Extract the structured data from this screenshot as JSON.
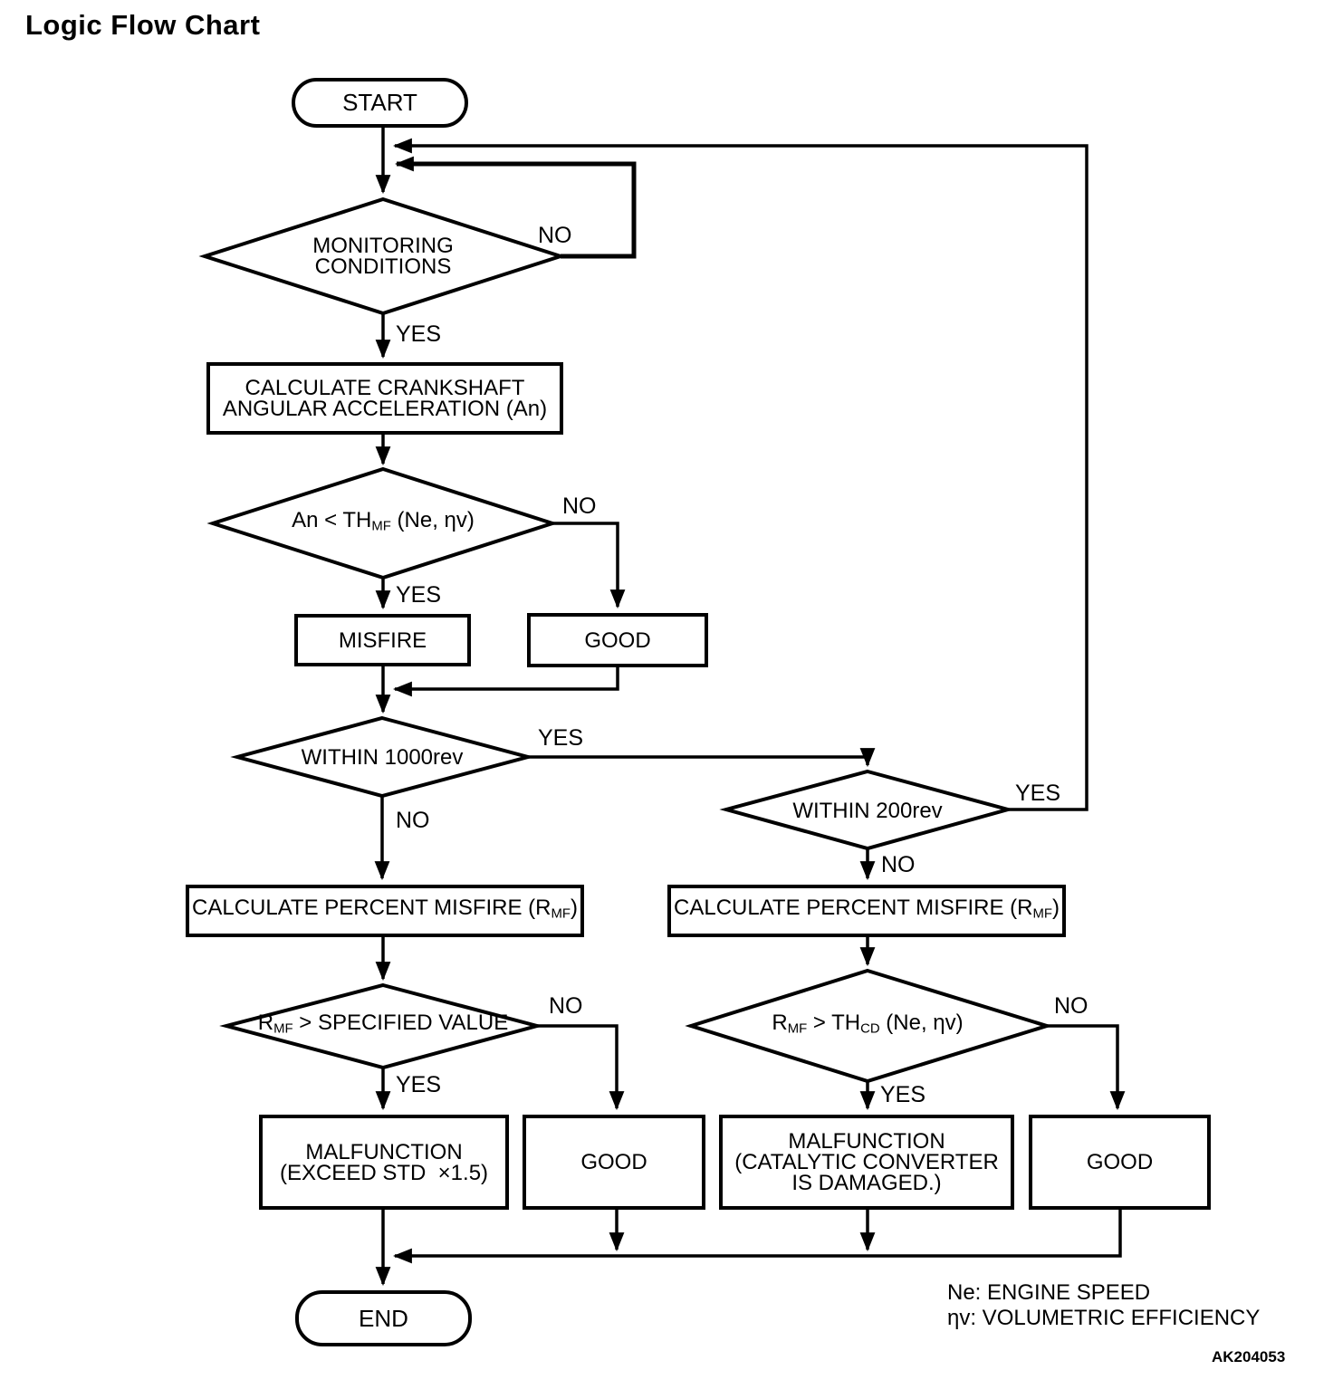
{
  "title": "Logic Flow Chart",
  "figure_code": "AK204053",
  "colors": {
    "line": "#000000",
    "background": "#ffffff",
    "text": "#000000"
  },
  "nodes": {
    "start": {
      "label": "START"
    },
    "monitoring": {
      "line1": "MONITORING",
      "line2": "CONDITIONS"
    },
    "calc_crankshaft": {
      "line1": "CALCULATE CRANKSHAFT",
      "line2": "ANGULAR ACCELERATION (An)"
    },
    "an_threshold": {
      "pre": "An < TH",
      "sub": "MF",
      "post": " (Ne, ηv)"
    },
    "misfire": {
      "label": "MISFIRE"
    },
    "good_top": {
      "label": "GOOD"
    },
    "within_1000rev": {
      "label": "WITHIN 1000rev"
    },
    "within_200rev": {
      "label": "WITHIN 200rev"
    },
    "calc_percent_left": {
      "pre": "CALCULATE PERCENT MISFIRE (R",
      "sub": "MF",
      "post": ")"
    },
    "calc_percent_right": {
      "pre": "CALCULATE PERCENT MISFIRE (R",
      "sub": "MF",
      "post": ")"
    },
    "rmf_specified": {
      "pre": "R",
      "sub": "MF",
      "post": " > SPECIFIED VALUE"
    },
    "rmf_thcd": {
      "p1": "R",
      "s1": "MF",
      "p2": " > TH",
      "s2": "CD",
      "p3": " (Ne, ηv)"
    },
    "malfunction_std": {
      "line1": "MALFUNCTION",
      "line2": "(EXCEED STD  ×1.5)"
    },
    "good_left": {
      "label": "GOOD"
    },
    "malfunction_catalytic": {
      "line1": "MALFUNCTION",
      "line2": "(CATALYTIC CONVERTER",
      "line3": "IS DAMAGED.)"
    },
    "good_right": {
      "label": "GOOD"
    },
    "end": {
      "label": "END"
    }
  },
  "edge_labels": {
    "monitoring_no": "NO",
    "monitoring_yes": "YES",
    "an_no": "NO",
    "an_yes": "YES",
    "w1000_yes": "YES",
    "w1000_no": "NO",
    "w200_yes": "YES",
    "w200_no": "NO",
    "spec_no": "NO",
    "spec_yes": "YES",
    "thcd_no": "NO",
    "thcd_yes": "YES"
  },
  "legend": {
    "line1": "Ne: ENGINE SPEED",
    "line2": "ηv: VOLUMETRIC EFFICIENCY"
  }
}
